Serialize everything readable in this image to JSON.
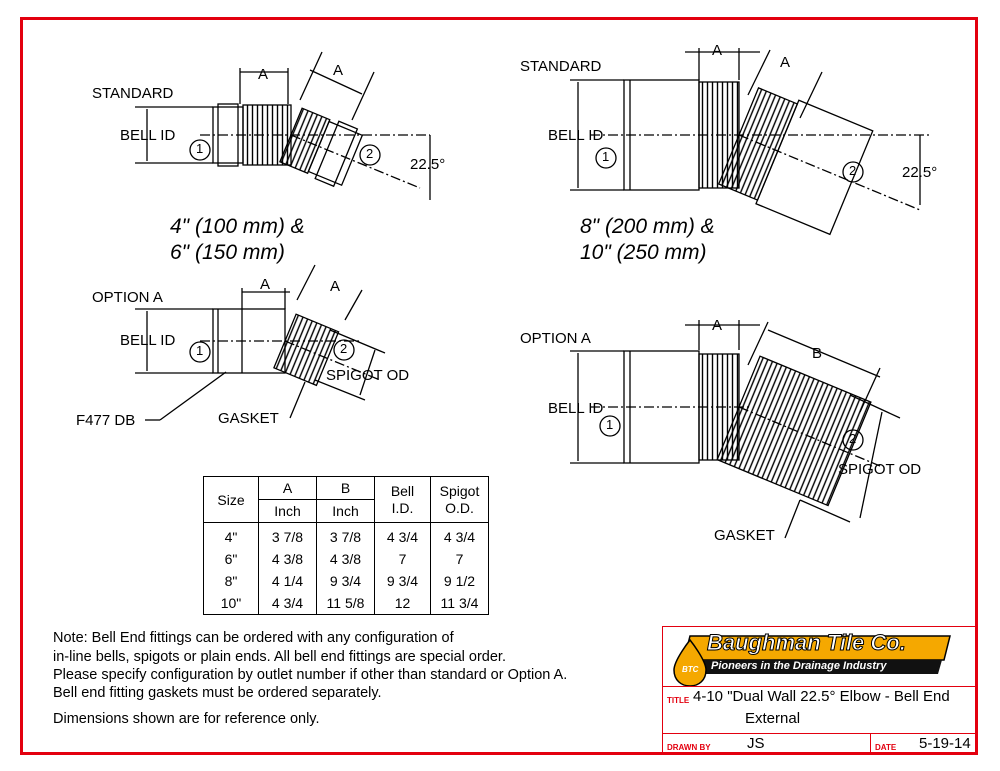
{
  "views": {
    "top_left": {
      "label": "STANDARD",
      "bell_id": "BELL ID",
      "dim_a1": "A",
      "dim_a2": "A",
      "angle": "22.5°",
      "outlet_1": "1",
      "outlet_2": "2",
      "size_line1": "4\" (100 mm) &",
      "size_line2": "6\" (150 mm)"
    },
    "top_right": {
      "label": "STANDARD",
      "bell_id": "BELL ID",
      "dim_a1": "A",
      "dim_a2": "A",
      "angle": "22.5°",
      "outlet_1": "1",
      "outlet_2": "2",
      "size_line1": "8\" (200 mm) &",
      "size_line2": "10\" (250 mm)"
    },
    "mid_left": {
      "label": "OPTION A",
      "bell_id": "BELL ID",
      "dim_a1": "A",
      "dim_a2": "A",
      "spigot": "SPIGOT OD",
      "gasket": "GASKET",
      "f477": "F477 DB",
      "outlet_1": "1",
      "outlet_2": "2"
    },
    "mid_right": {
      "label": "OPTION A",
      "bell_id": "BELL ID",
      "dim_a": "A",
      "dim_b": "B",
      "spigot": "SPIGOT OD",
      "gasket": "GASKET",
      "outlet_1": "1",
      "outlet_2": "2"
    }
  },
  "table": {
    "headers": {
      "size": "Size",
      "a": "A",
      "b": "B",
      "bell": "Bell",
      "bell2": "I.D.",
      "spigot": "Spigot",
      "spigot2": "O.D.",
      "unit_a": "Inch",
      "unit_b": "Inch"
    },
    "rows": [
      {
        "size": "4\"",
        "a": "3 7/8",
        "b": "3 7/8",
        "bell": "4 3/4",
        "spigot": "4 3/4"
      },
      {
        "size": "6\"",
        "a": "4 3/8",
        "b": "4 3/8",
        "bell": "7",
        "spigot": "7"
      },
      {
        "size": "8\"",
        "a": "4 1/4",
        "b": "9 3/4",
        "bell": "9 3/4",
        "spigot": "9 1/2"
      },
      {
        "size": "10\"",
        "a": "4 3/4",
        "b": "11 5/8",
        "bell": "12",
        "spigot": "11 3/4"
      }
    ]
  },
  "notes": {
    "line1": "Note: Bell End fittings can be ordered with any configuration of",
    "line2": "in-line bells, spigots or plain ends.  All bell end fittings are special order.",
    "line3": "Please specify configuration by outlet number if other than standard or Option A.",
    "line4": "Bell end fitting gaskets must be ordered separately.",
    "line5": "Dimensions shown are for reference only."
  },
  "title_block": {
    "company": "Baughman Tile Co.",
    "tagline": "Pioneers in the Drainage Industry",
    "logo_badge": "BTC",
    "title_label": "TITLE",
    "title_line1": "4-10 \"Dual Wall 22.5° Elbow - Bell End",
    "title_line2": "External",
    "drawn_label": "DRAWN BY",
    "drawn_value": "JS",
    "date_label": "DATE",
    "date_value": "5-19-14",
    "colors": {
      "frame": "#e3000f",
      "logo_fill": "#f5a800",
      "logo_band": "#111111"
    }
  }
}
